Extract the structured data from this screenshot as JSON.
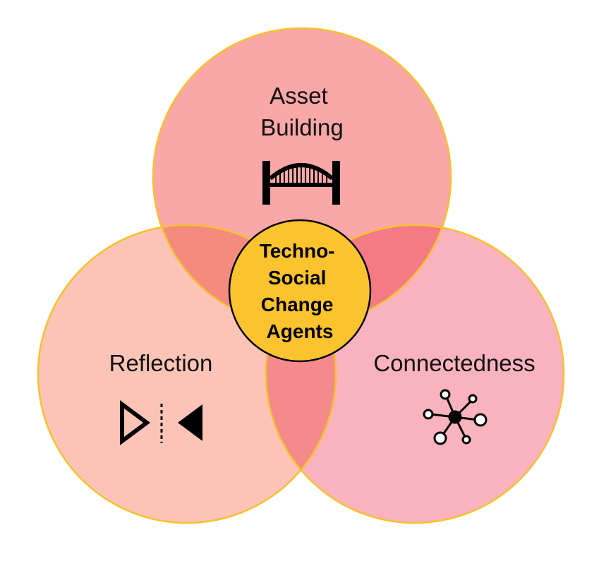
{
  "diagram": {
    "circles": [
      {
        "id": "asset-building",
        "label_lines": [
          "Asset",
          "Building"
        ],
        "icon": "bridge-icon",
        "color": "#F9A7A7"
      },
      {
        "id": "reflection",
        "label_lines": [
          "Reflection"
        ],
        "icon": "reflection-icon",
        "color": "#FBC4B7"
      },
      {
        "id": "connectedness",
        "label_lines": [
          "Connectedness"
        ],
        "icon": "network-hub-icon",
        "color": "#F8B3BE"
      }
    ],
    "overlap_colors": {
      "asset_reflection": "#F48B7E",
      "asset_connectedness": "#F47A85",
      "reflection_connectedness": "#F48A8C"
    },
    "center": {
      "label_lines": [
        "Techno-",
        "Social",
        "Change",
        "Agents"
      ],
      "color": "#FBC42E"
    },
    "outline_color": "#F6C12C"
  }
}
